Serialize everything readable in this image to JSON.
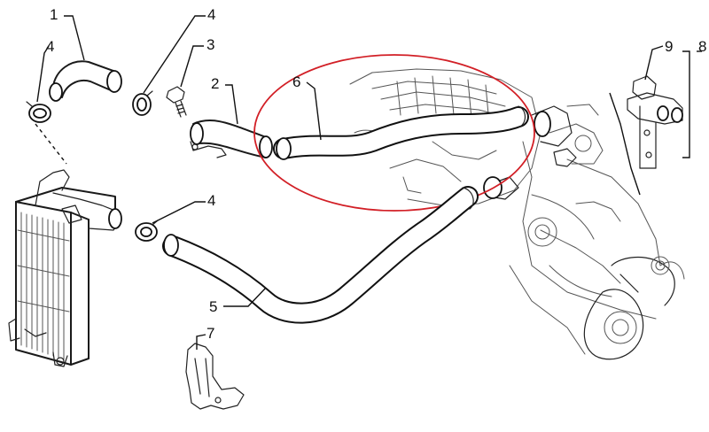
{
  "callouts": {
    "c1": "1",
    "c2": "2",
    "c3": "3",
    "c4a": "4",
    "c4b": "4",
    "c4c": "4",
    "c5": "5",
    "c6": "6",
    "c7": "7",
    "c8": "8",
    "c9": "9"
  },
  "highlight_color": "#d21f26"
}
